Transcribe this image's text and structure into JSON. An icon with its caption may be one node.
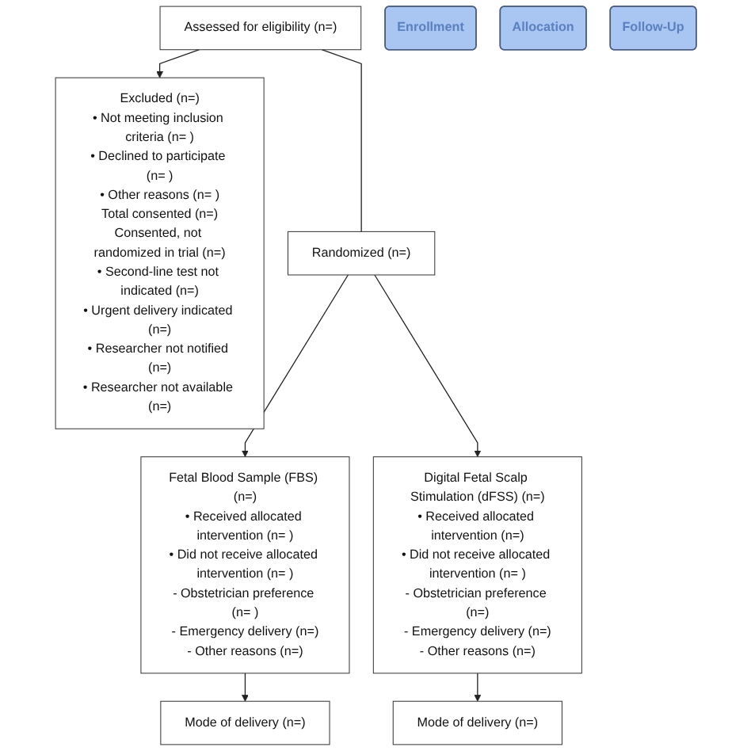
{
  "diagram": {
    "nodes": [
      {
        "text": [
          "Assessed for eligibility (n=)"
        ]
      },
      {
        "text": [
          "Enrollment"
        ]
      },
      {
        "text": [
          "Excluded (n=)",
          "• Not meeting inclusion criteria (n= )",
          "• Declined to participate (n= )",
          "• Other reasons (n= )",
          "Total consented (n=)",
          "Consented, not randomized in trial (n=)",
          "• Second-line test not indicated (n=)",
          "• Urgent delivery indicated (n=)",
          "• Researcher not notified (n=)",
          "• Researcher not available (n=)"
        ]
      },
      {
        "text": [
          "Randomized (n=)"
        ]
      },
      {
        "text": [
          "Allocation"
        ]
      },
      {
        "text": [
          "Fetal Blood Sample (FBS) (n=)",
          "• Received allocated intervention (n= )",
          "• Did not receive allocated intervention (n= )",
          "- Obstetrician preference (n= )",
          "- Emergency delivery (n=)",
          "- Other reasons (n=)"
        ]
      },
      {
        "text": [
          "Digital Fetal Scalp Stimulation (dFSS) (n=)",
          "• Received allocated intervention (n=)",
          "• Did not receive allocated intervention (n= )",
          "- Obstetrician preference (n=)",
          "- Emergency delivery (n=)",
          "- Other reasons (n=)"
        ]
      },
      {
        "text": [
          "Follow-Up"
        ]
      },
      {
        "text": [
          "Mode of delivery (n=)"
        ]
      },
      {
        "text": [
          "Mode of delivery (n=)"
        ]
      }
    ],
    "edges": [
      {
        "from": 0,
        "to": 2,
        "arrow": "to"
      },
      {
        "from": 0,
        "to": 3,
        "arrow": "none"
      },
      {
        "from": 3,
        "to": 5,
        "arrow": "to"
      },
      {
        "from": 3,
        "to": 6,
        "arrow": "to"
      },
      {
        "from": 5,
        "to": 8,
        "arrow": "to"
      },
      {
        "from": 6,
        "to": 9,
        "arrow": "to"
      }
    ]
  }
}
